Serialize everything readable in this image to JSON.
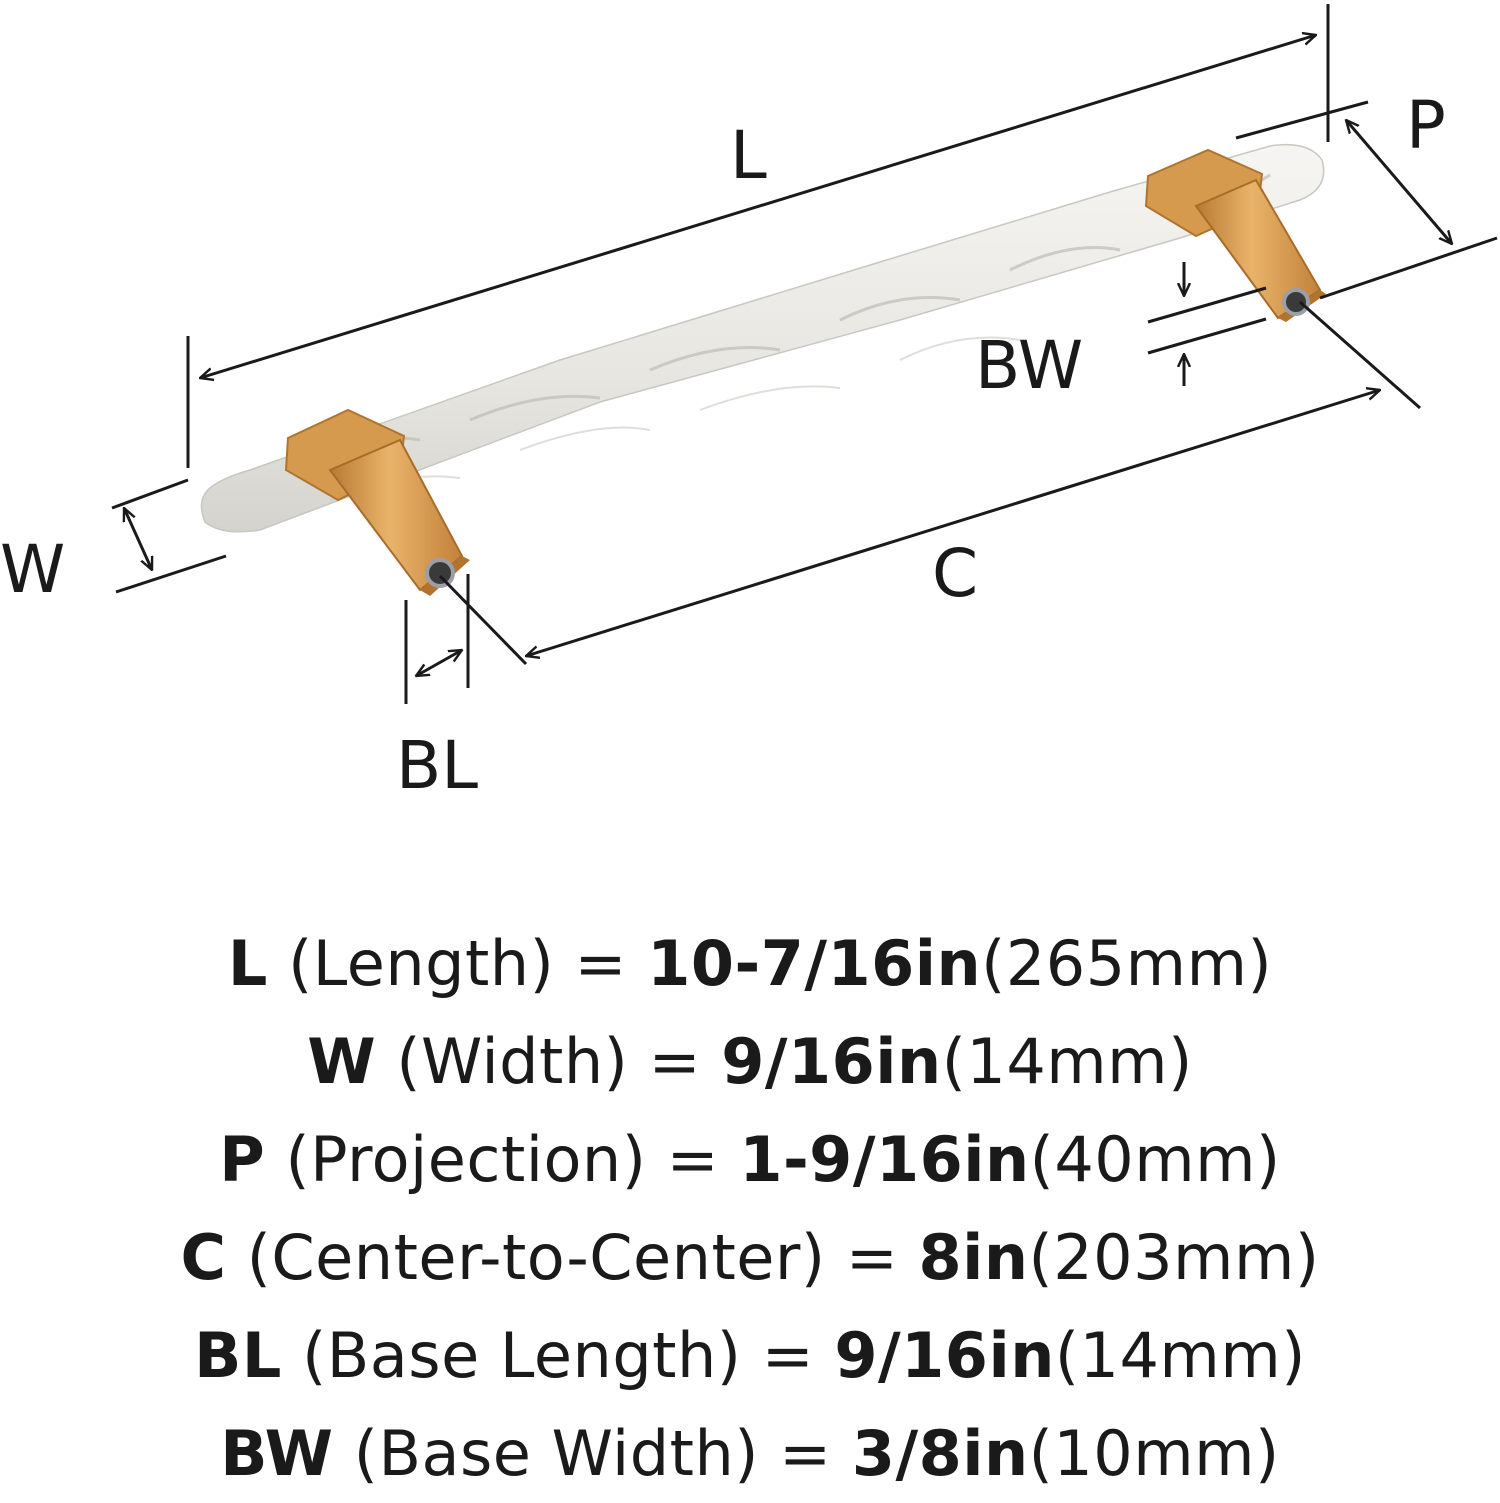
{
  "diagram": {
    "labels": {
      "L": "L",
      "P": "P",
      "BW": "BW",
      "W": "W",
      "C": "C",
      "BL": "BL"
    },
    "colors": {
      "marble": "#ecebe7",
      "brass": "#d69a4e",
      "line": "#1a1a1a"
    }
  },
  "specs": [
    {
      "abbr": "L",
      "name": "(Length)",
      "imperial": "10-7/16in",
      "metric": "(265mm)"
    },
    {
      "abbr": "W",
      "name": "(Width)",
      "imperial": "9/16in",
      "metric": "(14mm)"
    },
    {
      "abbr": "P",
      "name": "(Projection)",
      "imperial": "1-9/16in",
      "metric": "(40mm)"
    },
    {
      "abbr": "C",
      "name": "(Center-to-Center)",
      "imperial": "8in",
      "metric": "(203mm)"
    },
    {
      "abbr": "BL",
      "name": "(Base Length)",
      "imperial": "9/16in",
      "metric": "(14mm)"
    },
    {
      "abbr": "BW",
      "name": "(Base Width)",
      "imperial": "3/8in",
      "metric": "(10mm)"
    }
  ],
  "equals": "="
}
